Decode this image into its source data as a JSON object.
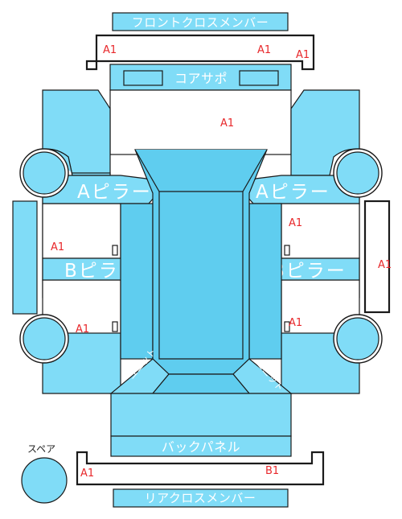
{
  "labels": {
    "front_cross_member": "フロントクロスメンバー",
    "core_support": "コアサポ",
    "a_pillar_left": "Aピラー",
    "a_pillar_right": "Aピラー",
    "b_pillar_left": "Bピラー",
    "b_pillar_right": "Bピラー",
    "back_panel": "バックパネル",
    "rear_cross_member": "リアクロスメンバー",
    "spare": "スペア",
    "unit_left": "ユニット",
    "unit_right": "ユニット"
  },
  "damage_marks": {
    "front_left": "A1",
    "front_center": "A1",
    "front_right": "A1",
    "core_area": "A1",
    "right_upper_door": "A1",
    "left_door": "A1",
    "right_side_panel": "A1",
    "left_lower": "A1",
    "right_lower": "A1",
    "rear_left": "A1",
    "rear_right": "B1"
  },
  "colors": {
    "panel": "#80dcf7",
    "panel_dark": "#5fcdef",
    "mark": "#e8282b"
  }
}
